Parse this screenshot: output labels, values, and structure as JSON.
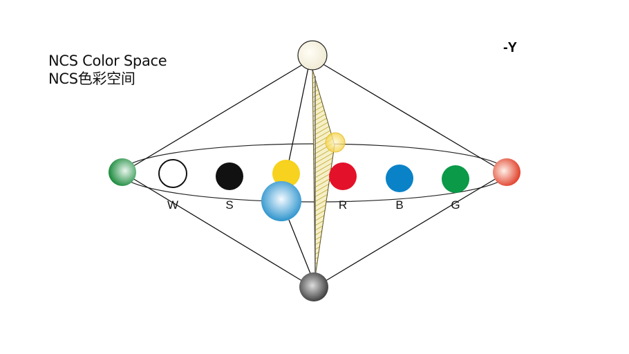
{
  "title": {
    "line1": "NCS Color Space",
    "line2": "NCS色彩空间"
  },
  "axis_label": "-Y",
  "elementary_colors": [
    {
      "label": "W",
      "color": "#ffffff"
    },
    {
      "label": "S",
      "color": "#111111"
    },
    {
      "label": "",
      "color": "#f7d21e"
    },
    {
      "label": "R",
      "color": "#e4112a"
    },
    {
      "label": "B",
      "color": "#0a82c8"
    },
    {
      "label": "G",
      "color": "#0a9a48"
    }
  ]
}
